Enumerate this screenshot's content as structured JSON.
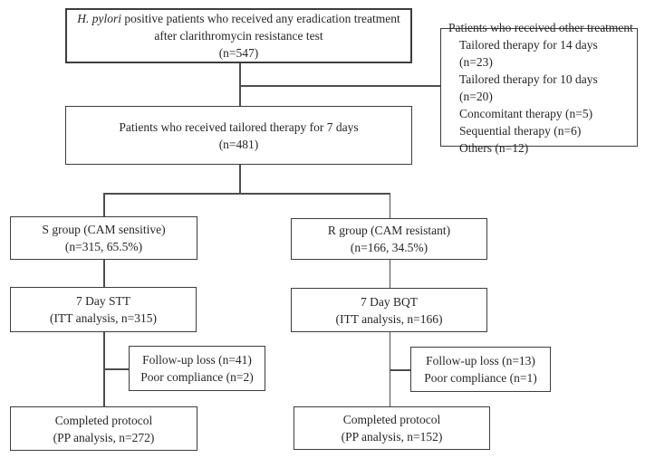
{
  "diagram": {
    "boxes": {
      "top": {
        "line1_italic": "H. pylori",
        "line1_rest": " positive patients who received any eradication treatment",
        "line2": "after clarithromycin resistance test",
        "line3": "(n=547)"
      },
      "other_treatment": {
        "header": "Patients who received other treatment",
        "items": [
          "Tailored therapy for 14 days (n=23)",
          "Tailored therapy for 10 days (n=20)",
          "Concomitant therapy (n=5)",
          "Sequential therapy (n=6)",
          "Others (n=12)"
        ]
      },
      "tailored_7day": {
        "line1": "Patients who received tailored therapy for 7 days",
        "line2": "(n=481)"
      },
      "s_group": {
        "line1": "S group (CAM sensitive)",
        "line2": "(n=315, 65.5%)"
      },
      "r_group": {
        "line1": "R group (CAM resistant)",
        "line2": "(n=166, 34.5%)"
      },
      "stt": {
        "line1": "7 Day STT",
        "line2": "(ITT analysis, n=315)"
      },
      "bqt": {
        "line1": "7 Day BQT",
        "line2": "(ITT analysis, n=166)"
      },
      "loss_s": {
        "line1": "Follow-up loss (n=41)",
        "line2": "Poor compliance (n=2)"
      },
      "loss_r": {
        "line1": "Follow-up loss (n=13)",
        "line2": "Poor compliance (n=1)"
      },
      "completed_s": {
        "line1": "Completed protocol",
        "line2": "(PP analysis, n=272)"
      },
      "completed_r": {
        "line1": "Completed protocol",
        "line2": "(PP analysis, n=152)"
      }
    },
    "colors": {
      "border": "#3d3d3d",
      "connector": "#4d4d4d",
      "text": "#262626",
      "background": "#ffffff"
    }
  }
}
